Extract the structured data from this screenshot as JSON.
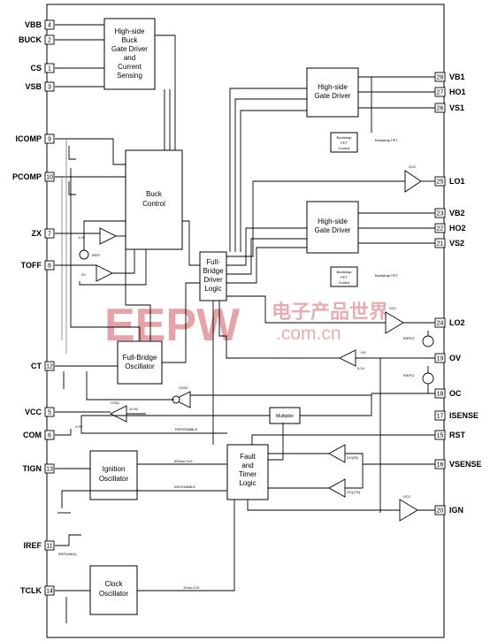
{
  "pins_left": [
    {
      "label": "VBB",
      "num": "4"
    },
    {
      "label": "BUCK",
      "num": "2"
    },
    {
      "label": "CS",
      "num": "1"
    },
    {
      "label": "VSB",
      "num": "3"
    },
    {
      "label": "ICOMP",
      "num": "9"
    },
    {
      "label": "PCOMP",
      "num": "10"
    },
    {
      "label": "ZX",
      "num": "7"
    },
    {
      "label": "TOFF",
      "num": "8"
    },
    {
      "label": "CT",
      "num": "12"
    },
    {
      "label": "VCC",
      "num": "5"
    },
    {
      "label": "COM",
      "num": "6"
    },
    {
      "label": "TIGN",
      "num": "13"
    },
    {
      "label": "IREF",
      "num": "11"
    },
    {
      "label": "TCLK",
      "num": "14"
    }
  ],
  "pins_right": [
    {
      "label": "VB1",
      "num": "28"
    },
    {
      "label": "HO1",
      "num": "27"
    },
    {
      "label": "VS1",
      "num": "26"
    },
    {
      "label": "LO1",
      "num": "25"
    },
    {
      "label": "VB2",
      "num": "23"
    },
    {
      "label": "HO2",
      "num": "22"
    },
    {
      "label": "VS2",
      "num": "21"
    },
    {
      "label": "LO2",
      "num": "24"
    },
    {
      "label": "OV",
      "num": "19"
    },
    {
      "label": "OC",
      "num": "18"
    },
    {
      "label": "ISENSE",
      "num": "17"
    },
    {
      "label": "RST",
      "num": "15"
    },
    {
      "label": "VSENSE",
      "num": "16"
    },
    {
      "label": "IGN",
      "num": "20"
    }
  ],
  "blocks": {
    "hs_buck": [
      "High-side",
      "Buck",
      "Gate Driver",
      "and",
      "Current",
      "Sensing"
    ],
    "buck_control": [
      "Buck",
      "Control"
    ],
    "hs_gate1": [
      "High-side",
      "Gate Driver"
    ],
    "hs_gate2": [
      "High-side",
      "Gate Driver"
    ],
    "fb_driver": [
      "Full-",
      "Bridge",
      "Driver",
      "Logic"
    ],
    "fb_osc": [
      "Full-Bridge",
      "Oscillator"
    ],
    "multiplier": "Multiplier",
    "fault_timer": [
      "Fault",
      "and",
      "Timer",
      "Logic"
    ],
    "ign_osc": [
      "Ignition",
      "Oscillator"
    ],
    "clock_osc": [
      "Clock",
      "Oscillator"
    ],
    "bootstrap1": [
      "Bootstrap",
      "FET",
      "Control"
    ],
    "bootstrap2": [
      "Bootstrap",
      "FET",
      "Control"
    ]
  },
  "annotations": {
    "bootstrap_fet1": "Bootstrap FET",
    "bootstrap_fet2": "Bootstrap FET",
    "vcc": "VCC",
    "vref_1v": "1.0V",
    "v_2v": "2V",
    "iref": "IREF",
    "iref2_a": "IREF/2",
    "iref2_b": "IREF/2",
    "ota2": "OTA2",
    "ota1": "OTA1",
    "v115": "11.5V",
    "ov": "OV",
    "v5_1": "5.1V",
    "oc_label": "OC",
    "v2_5": "2.5V",
    "ov_25": "OV(25)",
    "ov_175": "OV(175)",
    "clk_600": "600ms CLK",
    "ign_enable": "IGN ENABLE",
    "clk_12": "12ms CLK",
    "iref_pin_note": "IREF(MAX)",
    "rsp_label": "RSP/ENABLE"
  },
  "watermark": {
    "brand": "EEPW",
    "cn": "电子产品世界",
    "url": ".com.cn"
  }
}
